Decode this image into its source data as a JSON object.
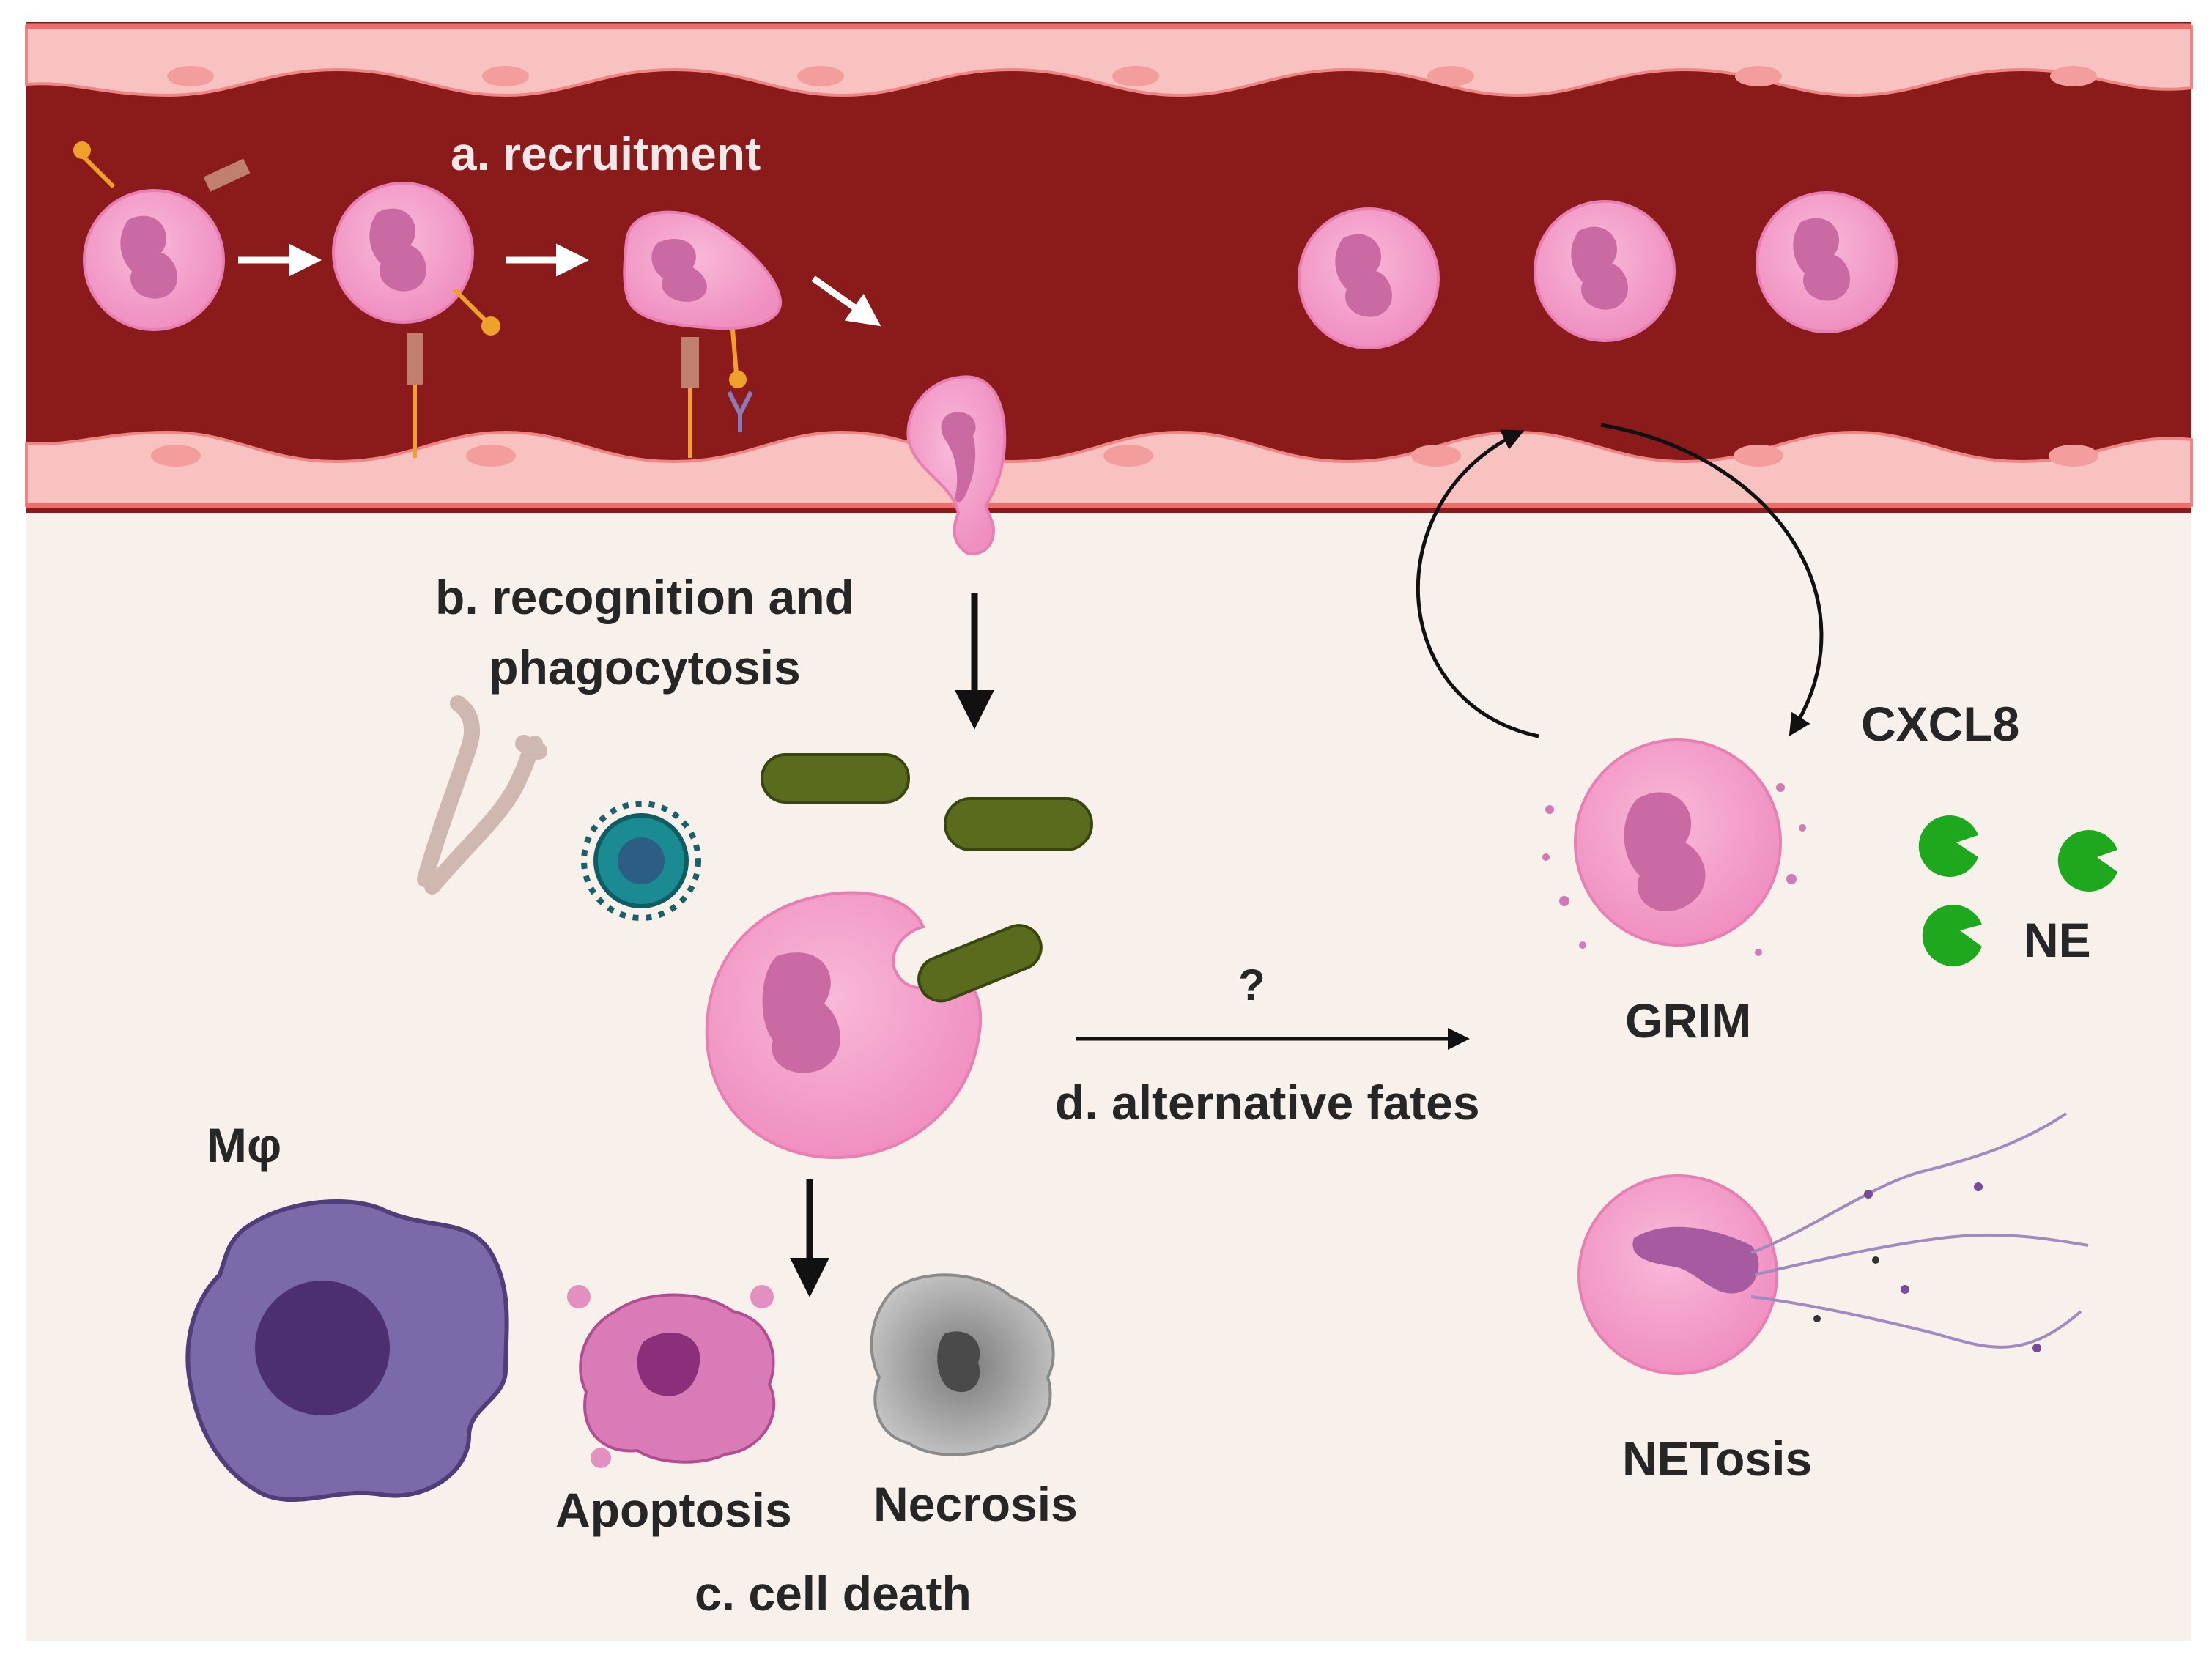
{
  "labels": {
    "recruitment": "a. recruitment",
    "recognition_line1": "b. recognition and",
    "recognition_line2": "phagocytosis",
    "question": "?",
    "alternative_fates": "d. alternative fates",
    "cxcl8": "CXCL8",
    "ne": "NE",
    "grim": "GRIM",
    "netosis": "NETosis",
    "macrophage": "Mφ",
    "apoptosis": "Apoptosis",
    "necrosis": "Necrosis",
    "cell_death": "c. cell death"
  },
  "colors": {
    "vessel_lumen": "#8b1a1a",
    "endothelium": "#f7c2c0",
    "tissue_background": "#f8f0ea",
    "neutrophil_cytoplasm": "#f6a6cf",
    "neutrophil_nucleus": "#c96aa3",
    "bacteria": "#5b6b1e",
    "virus": "#1a8b93",
    "neutrophil_elastase": "#1ea81e",
    "macrophage": "#7a6aaa",
    "necrotic_cell": "#9a9a9a"
  }
}
